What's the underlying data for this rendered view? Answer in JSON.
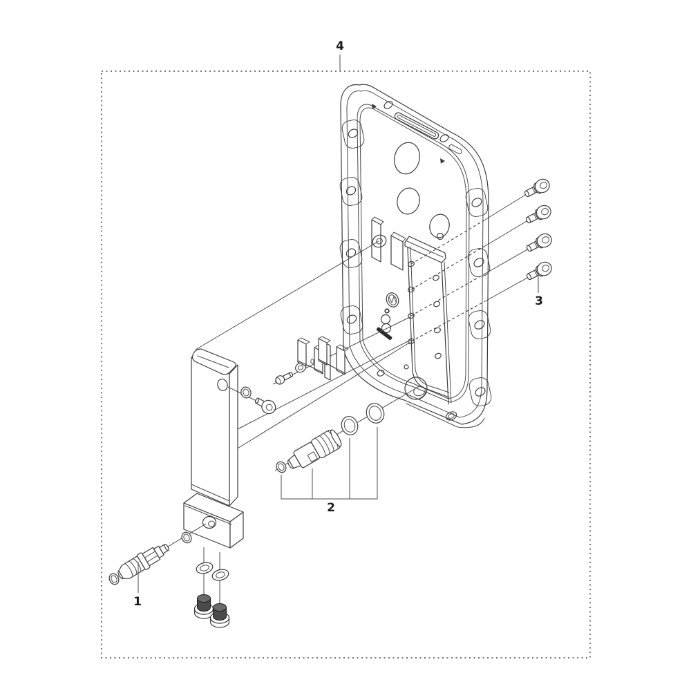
{
  "diagram": {
    "type": "exploded-parts-diagram",
    "callouts": [
      {
        "label": "1"
      },
      {
        "label": "2"
      },
      {
        "label": "3"
      },
      {
        "label": "4"
      }
    ],
    "colors": {
      "line": "#3c3c3c",
      "background": "#ffffff",
      "dark_fill": "#3f3f3f",
      "border": "#4a4a4a"
    }
  }
}
